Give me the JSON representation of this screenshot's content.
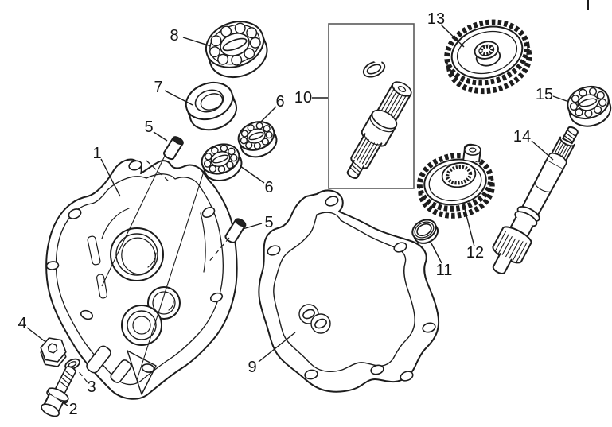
{
  "diagram": {
    "background_color": "#ffffff",
    "line_color": "#1c1c1c",
    "detail_box_color": "#5a5a5a",
    "part_labels": {
      "p1": "1",
      "p2": "2",
      "p3": "3",
      "p4": "4",
      "p5": "5",
      "p6": "6",
      "p7": "7",
      "p8": "8",
      "p9": "9",
      "p10": "10",
      "p11": "11",
      "p12": "12",
      "p13": "13",
      "p14": "14",
      "p15": "15"
    }
  }
}
